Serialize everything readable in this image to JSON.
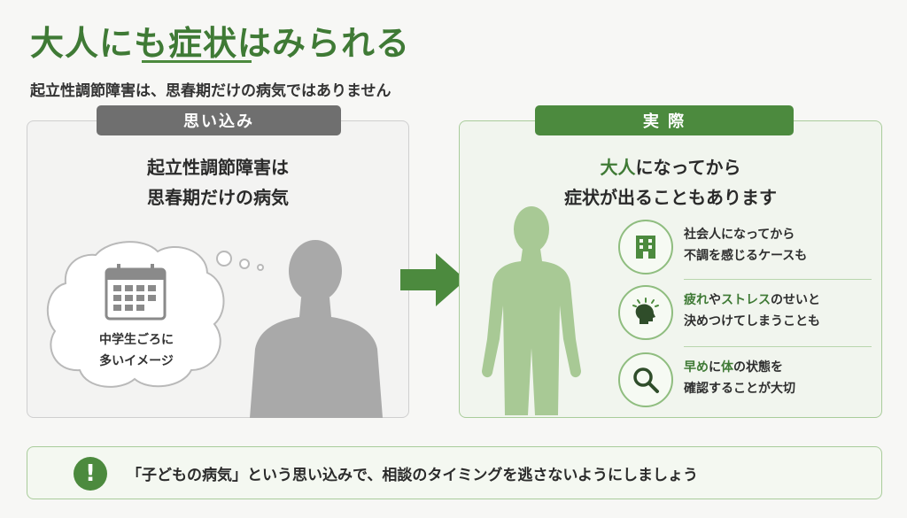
{
  "title": "大人にも症状はみられる",
  "subtitle": "起立性調節障害は、思春期だけの病気ではありません",
  "left_panel": {
    "label": "思い込み",
    "heading_line1": "起立性調節障害は",
    "heading_line2": "思春期だけの病気",
    "bubble_line1": "中学生ごろに",
    "bubble_line2": "多いイメージ"
  },
  "right_panel": {
    "label": "実 際",
    "heading_line1_hl": "大人",
    "heading_line1_rest": "になってから",
    "heading_line2": "症状が出ることもあります",
    "features": [
      {
        "icon": "building-icon",
        "line1": "社会人になってから",
        "line2": "不調を感じるケースも"
      },
      {
        "icon": "stressed-head-icon",
        "line1_hl": "疲れ",
        "line1_mid": "や",
        "line1_hl2": "ストレス",
        "line1_rest": "のせいと",
        "line2": "決めつけてしまうことも"
      },
      {
        "icon": "magnifier-icon",
        "line1_hl": "早め",
        "line1_mid": "に",
        "line1_hl2": "体",
        "line1_rest": "の状態を",
        "line2": "確認することが大切"
      }
    ]
  },
  "footer": {
    "icon_symbol": "!",
    "message": "「子どもの病気」という思い込みで、相談のタイミングを逃さないようにしましょう"
  },
  "colors": {
    "accent": "#4c8a3e",
    "title": "#3f7a35",
    "gray_pill": "#6f6f6f",
    "silhouette_gray": "#a9a9a9",
    "silhouette_green": "#a8c995"
  }
}
